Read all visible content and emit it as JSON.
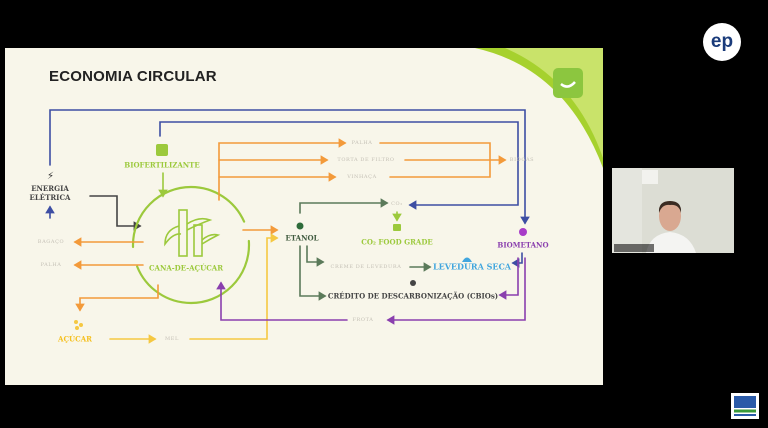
{
  "slide": {
    "title": "ECONOMIA CIRCULAR",
    "nodes": {
      "energia": "ENERGIA\nELÉTRICA",
      "biofertilizante": "BIOFERTILIZANTE",
      "cana": "CANA-DE-AÇÚCAR",
      "bagaco": "BAGAÇO",
      "palha_left": "PALHA",
      "acucar": "AÇÚCAR",
      "mel": "MEL",
      "palha_top": "PALHA",
      "torta": "TORTA DE FILTRO",
      "vinhaca": "VINHAÇA",
      "biogas": "BIOGÁS",
      "co2": "CO₂",
      "co2_food": "CO₂ FOOD GRADE",
      "etanol": "ETANOL",
      "biometano": "BIOMETANO",
      "creme": "CREME DE LEVEDURA",
      "levedura": "LEVEDURA SECA",
      "cbios": "CRÉDITO DE DESCARBONIZAÇÃO (CBIOs)",
      "frota": "FROTA"
    }
  },
  "brand": {
    "logo_text": "ep"
  },
  "colors": {
    "orange": "#f39a3a",
    "blue": "#3d4ea3",
    "green": "#9cc93c",
    "purple": "#8a3fae",
    "yellow": "#f5c842",
    "dgreen": "#5b7a5a"
  }
}
